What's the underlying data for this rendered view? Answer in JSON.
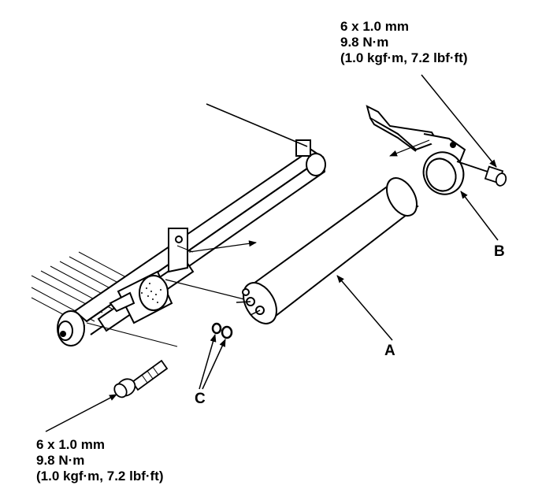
{
  "spec_top": {
    "size": "6 x 1.0 mm",
    "torque_nm": "9.8 N·m",
    "torque_alt": "(1.0 kgf·m, 7.2 lbf·ft)"
  },
  "spec_bottom": {
    "size": "6 x 1.0 mm",
    "torque_nm": "9.8 N·m",
    "torque_alt": "(1.0 kgf·m, 7.2 lbf·ft)"
  },
  "callouts": {
    "a": "A",
    "b": "B",
    "c": "C"
  }
}
